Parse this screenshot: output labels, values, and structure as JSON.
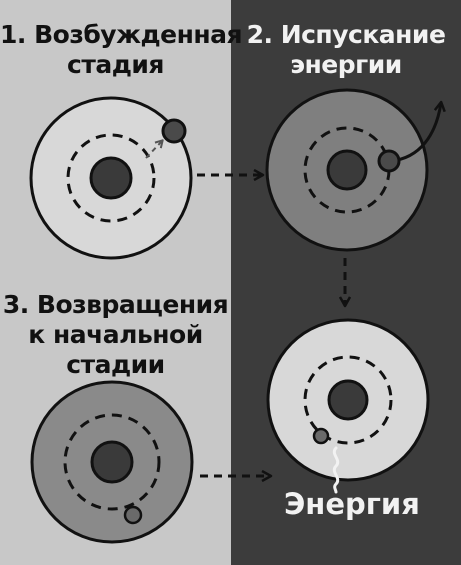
{
  "stages": [
    {
      "id": "excited",
      "title_lines": [
        "1. Возбужденная",
        "стадия"
      ]
    },
    {
      "id": "emission",
      "title_lines": [
        "2. Испускание",
        "энергии"
      ]
    },
    {
      "id": "return",
      "title_lines": [
        "3. Возвращения",
        "к начальной",
        "стадии"
      ]
    }
  ],
  "energy_label": "Энергия",
  "colors": {
    "left_background": "#c8c8c8",
    "right_background": "#3c3c3c",
    "outline": "#111111",
    "atom_light": "#d8d8d8",
    "atom_mid": "#8a8a8a",
    "atom_dark_ring": "#7f7f7f",
    "nucleus": "#3a3a3a",
    "electron": "#4a4a4a",
    "energy_text": "#f2f2f2"
  }
}
